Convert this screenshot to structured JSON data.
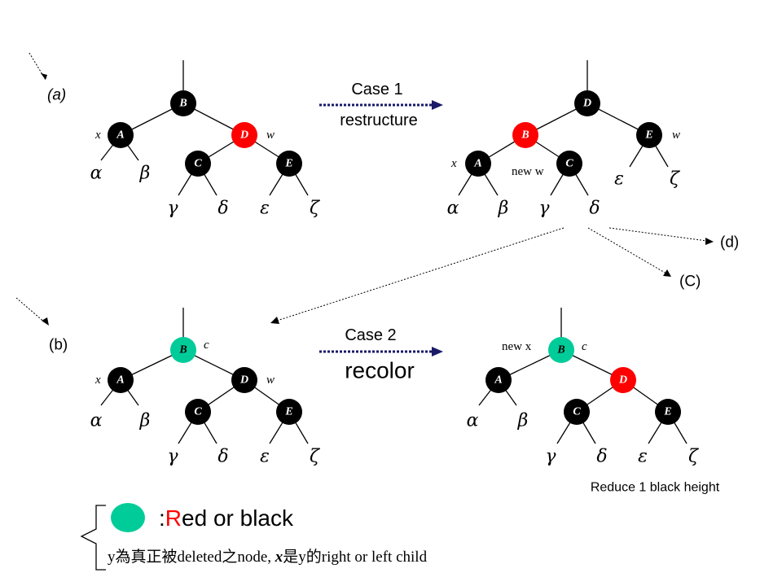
{
  "labels": {
    "part_a": "(a)",
    "part_b": "(b)",
    "case1_title": "Case 1",
    "case1_action": "restructure",
    "case2_title": "Case 2",
    "case2_action": "recolor",
    "link_d": "(d)",
    "link_c": "(C)",
    "reduce_note": "Reduce 1 black height"
  },
  "node_letters": {
    "A": "A",
    "B": "B",
    "C": "C",
    "D": "D",
    "E": "E"
  },
  "pointers": {
    "x": "x",
    "w": "w",
    "c": "c",
    "new_w": "new w",
    "new_x": "new x"
  },
  "greek": {
    "alpha": "α",
    "beta": "β",
    "gamma": "γ",
    "delta": "δ",
    "epsilon": "ε",
    "zeta": "ζ"
  },
  "colors": {
    "red": "#ff0000",
    "black": "#000000",
    "teal": "#00cc99"
  },
  "legend": {
    "swatch_color": "#00cc99",
    "colon": ":",
    "first_letter": "R",
    "rest": "ed or black",
    "note_parts": [
      "y為真正被deleted之node, ",
      "x",
      "是y的right or left child"
    ]
  }
}
